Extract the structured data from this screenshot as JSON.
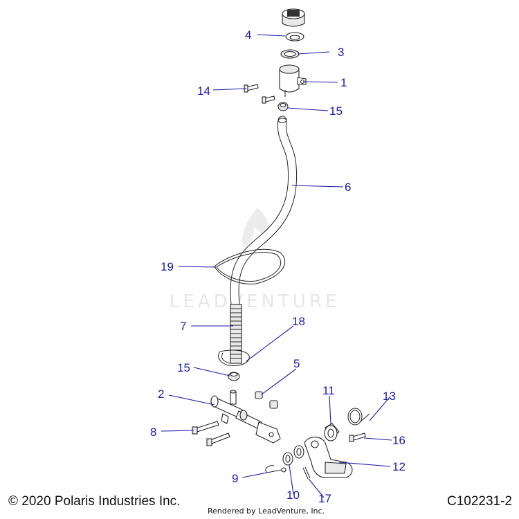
{
  "callouts": {
    "c1": "1",
    "c2": "2",
    "c3": "3",
    "c4": "4",
    "c5": "5",
    "c6": "6",
    "c7": "7",
    "c8": "8",
    "c9": "9",
    "c10": "10",
    "c11": "11",
    "c12": "12",
    "c13": "13",
    "c14": "14",
    "c15a": "15",
    "c15b": "15",
    "c16": "16",
    "c17": "17",
    "c18": "18",
    "c19": "19"
  },
  "watermark": "LEADVENTURE",
  "footer": {
    "copyright": "© 2020 Polaris Industries Inc.",
    "rendered_by": "Rendered by LeadVenture, Inc.",
    "diagram_code": "C102231-2"
  },
  "colors": {
    "callout": "#1a1aa8",
    "line_art": "#222222"
  }
}
